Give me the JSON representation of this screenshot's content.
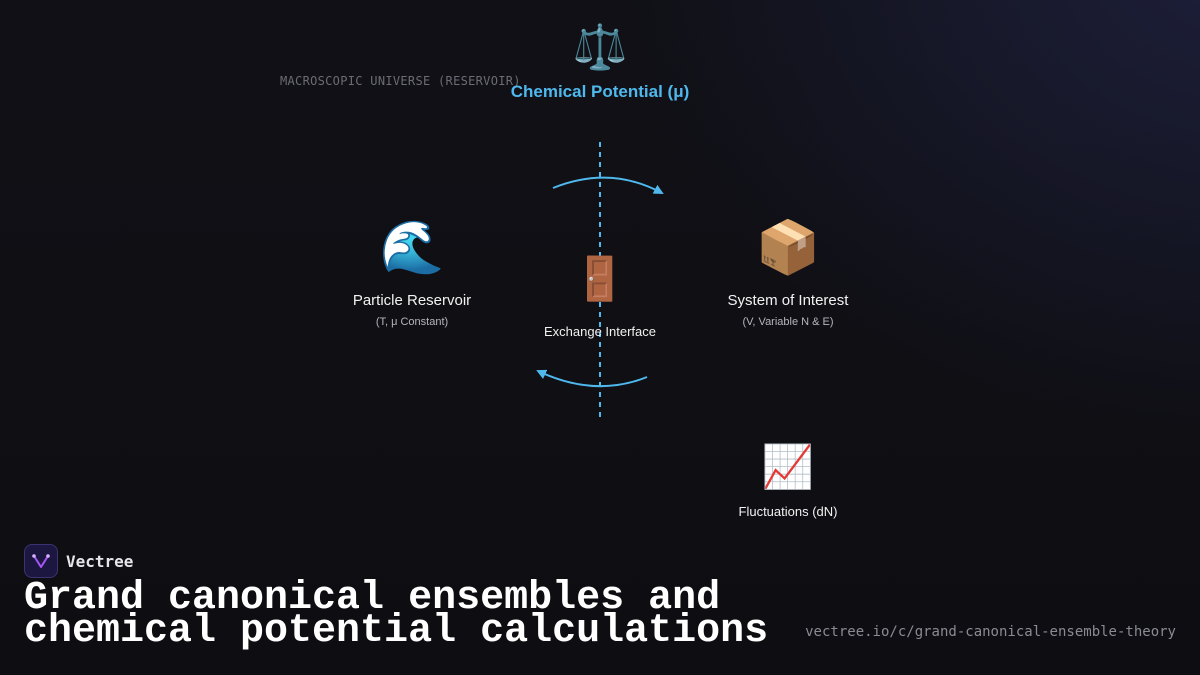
{
  "diagram": {
    "universe_label": "MACROSCOPIC UNIVERSE (RESERVOIR)",
    "chemical_potential": {
      "icon": "balance-scale-icon",
      "glyph": "⚖️",
      "label": "Chemical Potential (μ)"
    },
    "reservoir": {
      "icon": "water-wave-icon",
      "glyph": "🌊",
      "title": "Particle Reservoir",
      "subtitle": "(T, μ Constant)"
    },
    "interface": {
      "icon": "door-icon",
      "glyph": "🚪",
      "label": "Exchange Interface"
    },
    "system": {
      "icon": "package-box-icon",
      "glyph": "📦",
      "title": "System of Interest",
      "subtitle": "(V, Variable N & E)"
    },
    "fluctuations": {
      "icon": "chart-increasing-icon",
      "glyph": "📈",
      "label": "Fluctuations (dN)"
    }
  },
  "brand": {
    "name": "Vectree"
  },
  "title": "Grand canonical ensembles and\nchemical potential calculations",
  "url": "vectree.io/c/grand-canonical-ensemble-theory",
  "colors": {
    "accent": "#4fb8ec",
    "background": "#0e0e12",
    "muted": "#6c6c76"
  }
}
